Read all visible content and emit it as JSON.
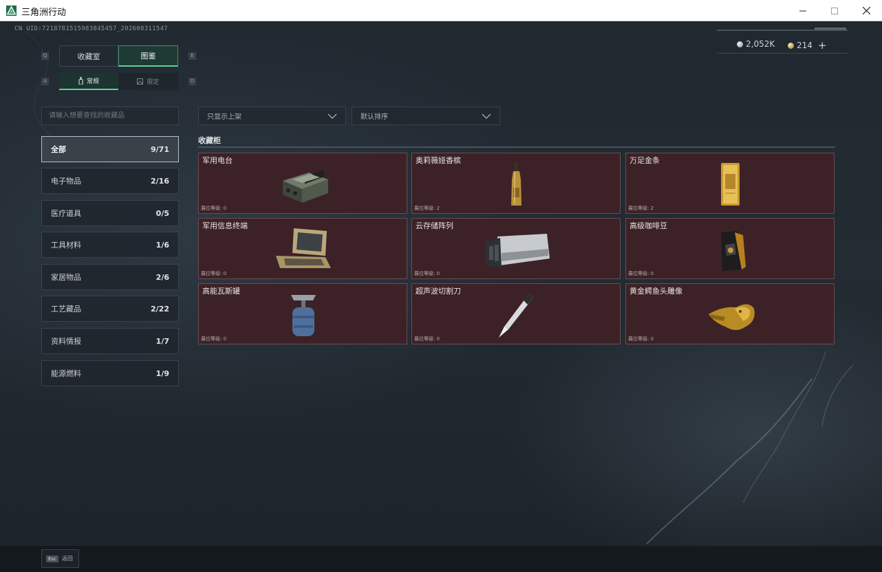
{
  "window": {
    "title": "三角洲行动"
  },
  "uid": "CN UID:7218781515983845457_202608311547",
  "currency": [
    {
      "icon": "silver-coin-icon",
      "value": "2,052K"
    },
    {
      "icon": "gold-coin-icon",
      "value": "214"
    }
  ],
  "currency_add": "+",
  "keyhints": {
    "prev_tab": "Q",
    "next_tab": "E",
    "prev_sub": "A",
    "next_sub": "D"
  },
  "tabs": [
    {
      "label": "收藏室",
      "active": false
    },
    {
      "label": "图鉴",
      "active": true
    }
  ],
  "subtabs": [
    {
      "label": "常规",
      "icon": "bottle-icon",
      "active": true
    },
    {
      "label": "限定",
      "icon": "picture-icon",
      "active": false
    }
  ],
  "search": {
    "placeholder": "请输入想要查找的收藏品"
  },
  "filters": {
    "shelf": "只显示上架",
    "sort": "默认排序"
  },
  "categories": [
    {
      "label": "全部",
      "count": "9/71",
      "active": true
    },
    {
      "label": "电子物品",
      "count": "2/16"
    },
    {
      "label": "医疗道具",
      "count": "0/5"
    },
    {
      "label": "工具材料",
      "count": "1/6"
    },
    {
      "label": "家居物品",
      "count": "2/6"
    },
    {
      "label": "工艺藏品",
      "count": "2/22"
    },
    {
      "label": "资料情报",
      "count": "1/7"
    },
    {
      "label": "能源燃料",
      "count": "1/9"
    }
  ],
  "section": {
    "title": "收藏柜"
  },
  "items": [
    {
      "name": "军用电台",
      "level": "展位等级: 0",
      "icon": "radio-icon"
    },
    {
      "name": "奥莉薇娅香槟",
      "level": "展位等级: 2",
      "icon": "champagne-icon"
    },
    {
      "name": "万足金条",
      "level": "展位等级: 2",
      "icon": "gold-bar-icon"
    },
    {
      "name": "军用信息终端",
      "level": "展位等级: 0",
      "icon": "terminal-icon"
    },
    {
      "name": "云存储阵列",
      "level": "展位等级: 0",
      "icon": "storage-array-icon"
    },
    {
      "name": "高级咖啡豆",
      "level": "展位等级: 0",
      "icon": "coffee-bag-icon"
    },
    {
      "name": "高能瓦斯罐",
      "level": "展位等级: 0",
      "icon": "gas-tank-icon"
    },
    {
      "name": "超声波切割刀",
      "level": "展位等级: 0",
      "icon": "cutter-icon"
    },
    {
      "name": "黄金鳄鱼头雕像",
      "level": "展位等级: 0",
      "icon": "croc-statue-icon"
    }
  ],
  "footer": {
    "esc_key": "Esc",
    "esc_label": "返回"
  },
  "colors": {
    "accent": "#5fd09b",
    "card_bg": "#3c2227"
  }
}
